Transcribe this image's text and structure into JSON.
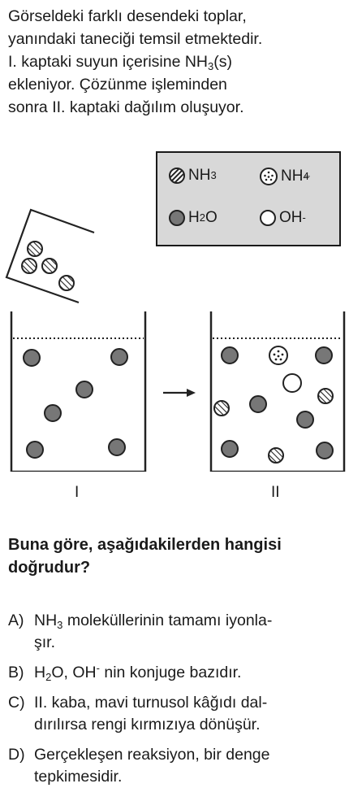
{
  "intro": {
    "line1": "Görseldeki farklı desendeki toplar,",
    "line2": "yanındaki taneciği temsil etmektedir.",
    "line3_a": "I. kaptaki suyun içerisine NH",
    "line3_sub": "3",
    "line3_b": "(s)",
    "line4": "ekleniyor. Çözünme işleminden",
    "line5": "sonra II. kaptaki dağılım oluşuyor."
  },
  "legend": {
    "nh3": {
      "main": "NH",
      "sub": "3"
    },
    "nh4": {
      "main": "NH",
      "sub": "4",
      "sup": "+"
    },
    "h2o": {
      "main": "H",
      "sub": "2",
      "tail": "O"
    },
    "oh": {
      "main": "OH",
      "sup": "-"
    },
    "fill_color": "#d8d8d8"
  },
  "vessels": {
    "label_1": "I",
    "label_2": "II",
    "arrow": "→"
  },
  "question": {
    "line1": "Buna göre, aşağıdakilerden hangisi",
    "line2": "doğrudur?"
  },
  "options": [
    {
      "letter": "A)",
      "text_a": "NH",
      "sub": "3",
      "text_b": " moleküllerinin tamamı iyonla-",
      "text_c": "şır."
    },
    {
      "letter": "B)",
      "text_a": "H",
      "sub": "2",
      "text_b": "O, OH",
      "sup": "-",
      "text_c": " nin konjuge bazıdır."
    },
    {
      "letter": "C)",
      "line1": "II. kaba, mavi turnusol kâğıdı dal-",
      "line2": "dırılırsa rengi kırmızıya dönüşür."
    },
    {
      "letter": "D)",
      "line1": "Gerçekleşen reaksiyon, bir denge",
      "line2": "tepkimesidir."
    }
  ]
}
